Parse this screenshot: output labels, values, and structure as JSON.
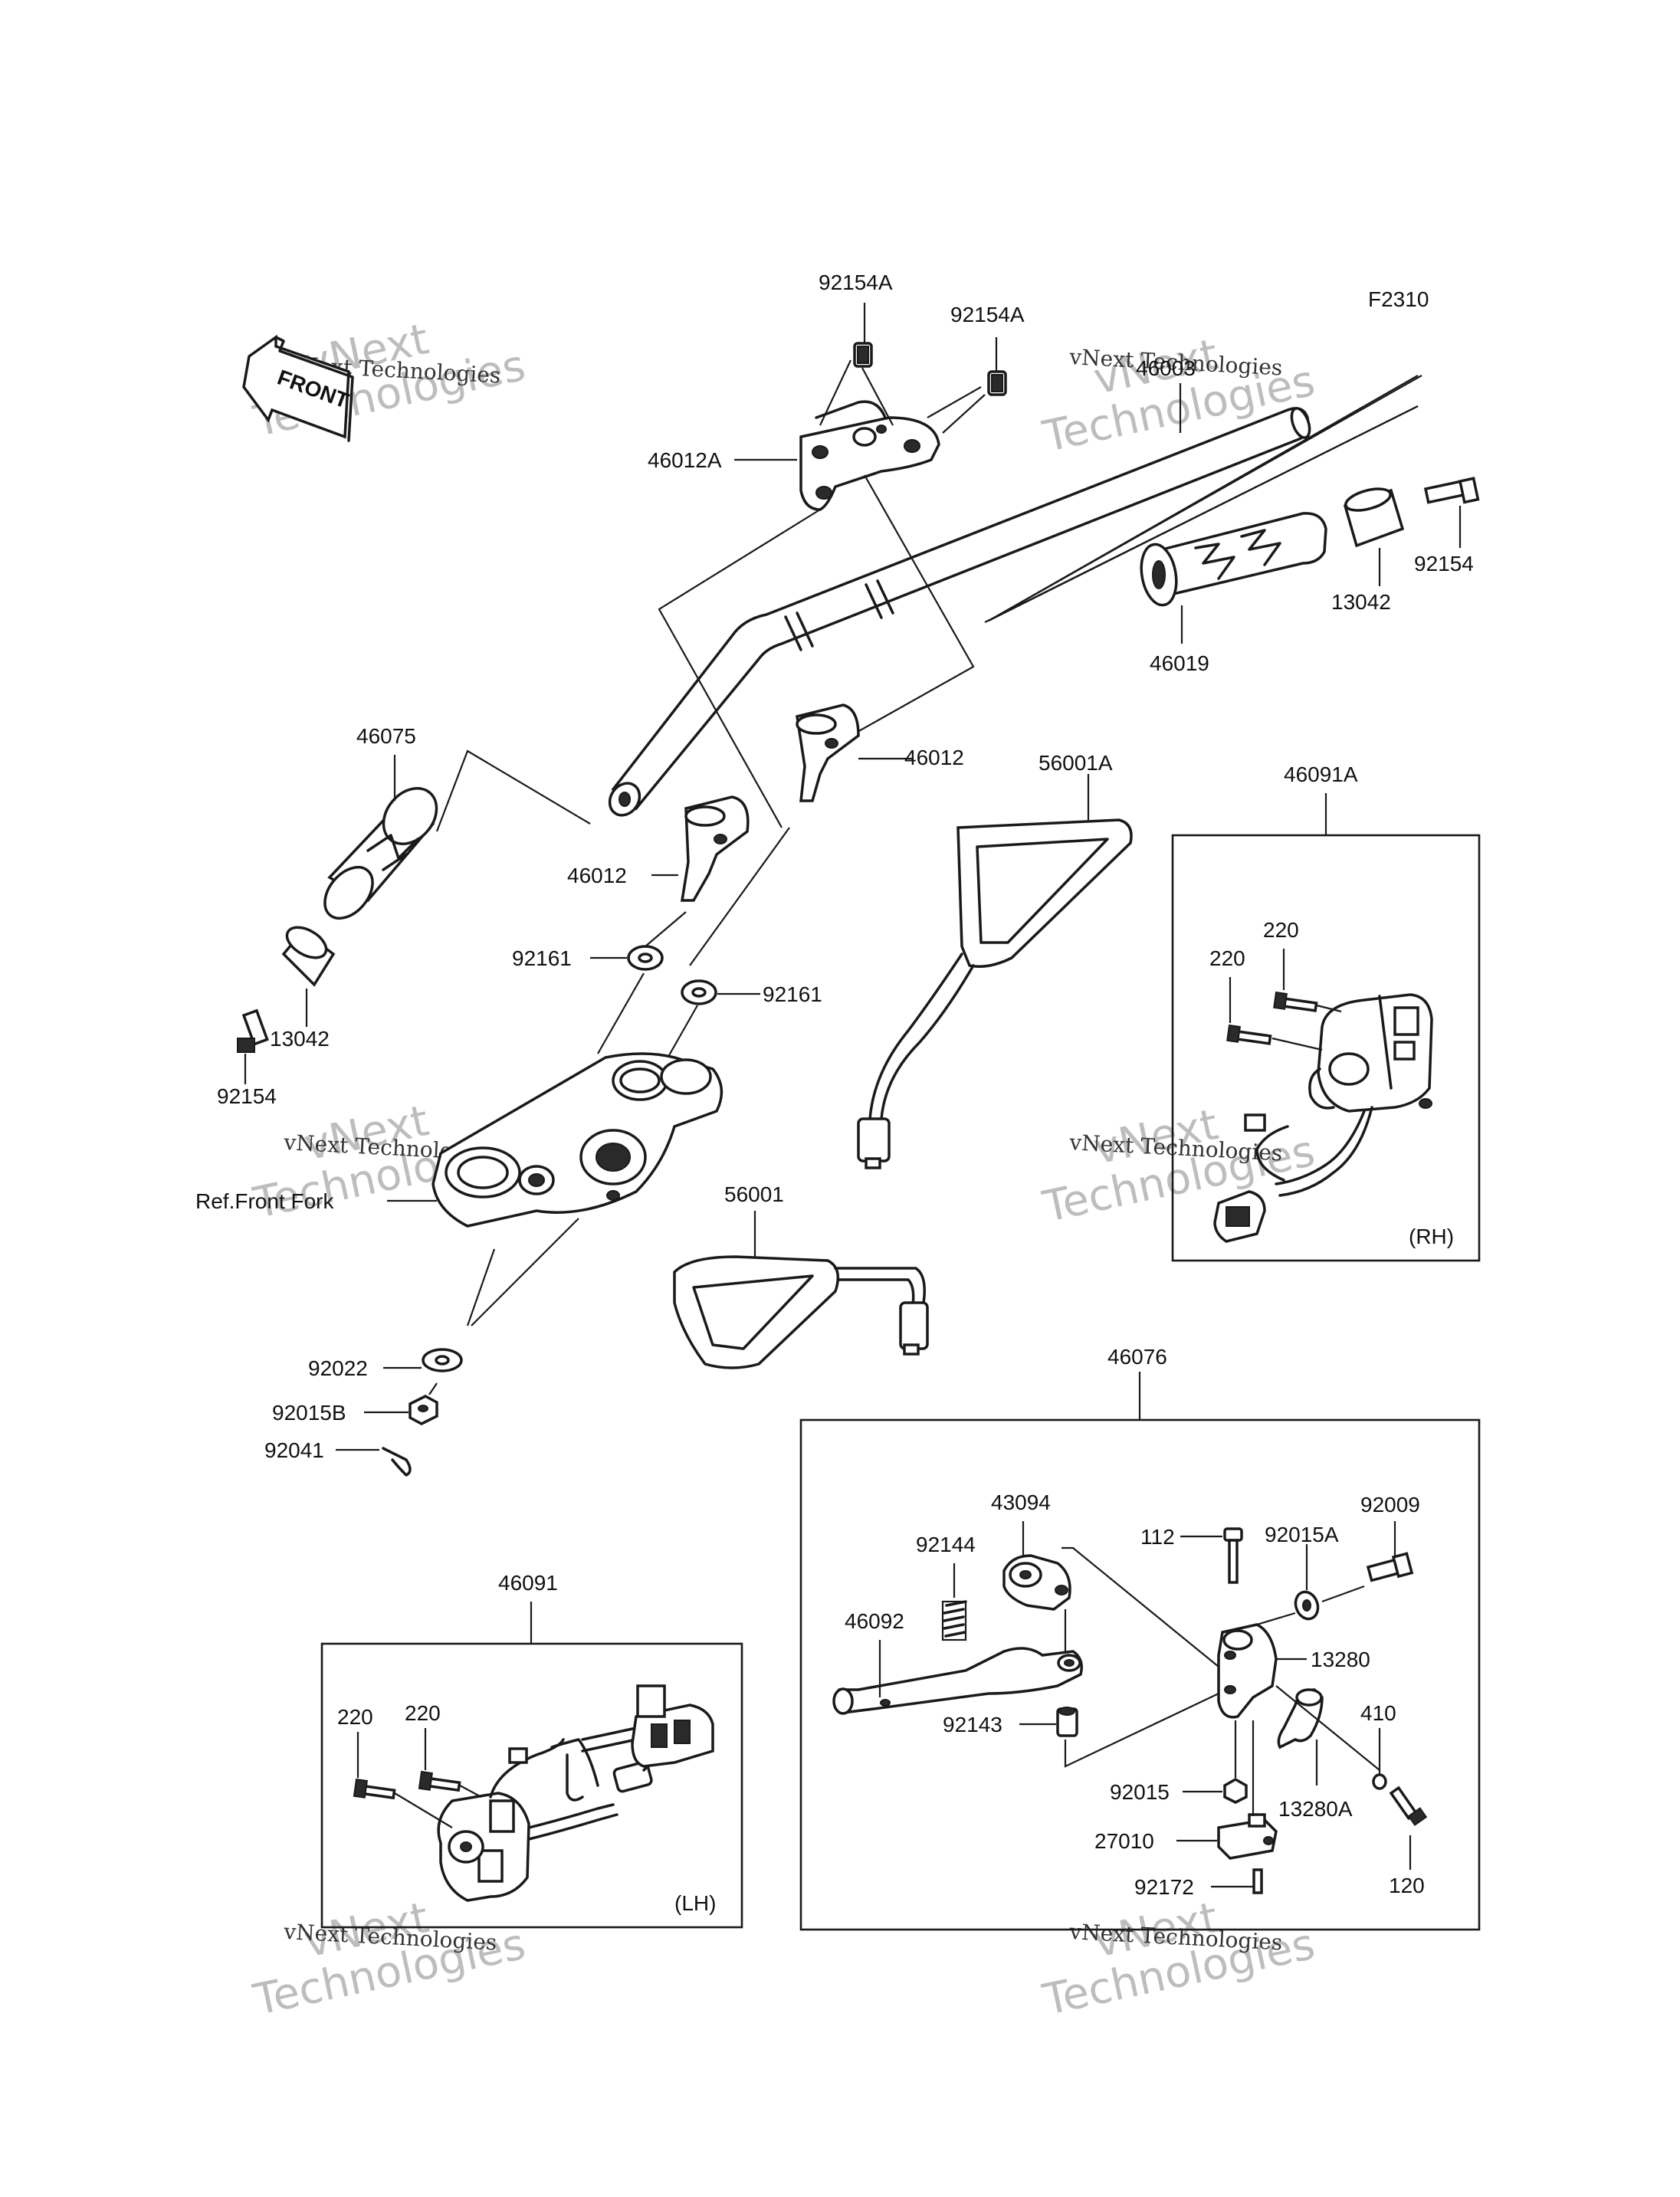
{
  "figure_code": "F2310",
  "front_arrow": "FRONT",
  "watermark": {
    "line1": "vNext",
    "line2": "Technologies",
    "caption": "vNext Technologies"
  },
  "labels": {
    "p92154A_a": "92154A",
    "p92154A_b": "92154A",
    "p46003": "46003",
    "p46012A": "46012A",
    "p46019": "46019",
    "p13042_r": "13042",
    "p92154_r": "92154",
    "p46075": "46075",
    "p46012_r": "46012",
    "p46012_l": "46012",
    "p92161_l": "92161",
    "p92161_r": "92161",
    "p13042_l": "13042",
    "p92154_l": "92154",
    "p56001A": "56001A",
    "p46091A": "46091A",
    "p220_a": "220",
    "p220_b": "220",
    "rh": "(RH)",
    "ref_front_fork": "Ref.Front Fork",
    "p56001": "56001",
    "p92022": "92022",
    "p92015B": "92015B",
    "p92041": "92041",
    "p46076": "46076",
    "p43094": "43094",
    "p92144": "92144",
    "p112": "112",
    "p92015A": "92015A",
    "p92009": "92009",
    "p46092": "46092",
    "p13280": "13280",
    "p92143": "92143",
    "p410": "410",
    "p92015": "92015",
    "p13280A": "13280A",
    "p27010": "27010",
    "p120": "120",
    "p92172": "92172",
    "p46091": "46091",
    "p220_c": "220",
    "p220_d": "220",
    "lh": "(LH)"
  }
}
